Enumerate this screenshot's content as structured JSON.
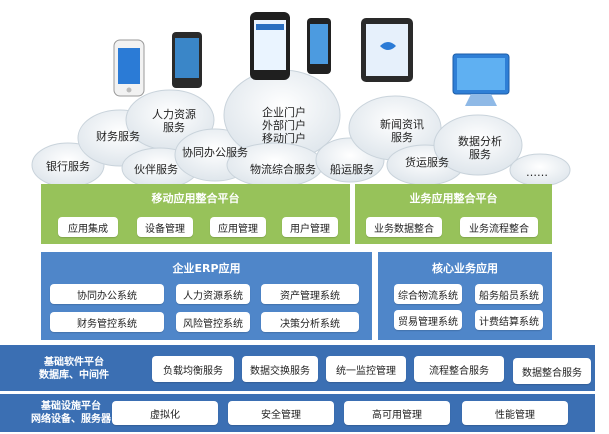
{
  "cloud": {
    "labels": {
      "bank": "银行服务",
      "finance": "财务服务",
      "hr": [
        "人力资源",
        "服务"
      ],
      "partner": "伙伴服务",
      "collab": "协同办公服务",
      "portal": [
        "企业门户",
        "外部门户",
        "移动门户"
      ],
      "logistics": "物流综合服务",
      "shipping": "船运服务",
      "news": [
        "新闻资讯",
        "服务"
      ],
      "freight": "货运服务",
      "analytics": [
        "数据分析",
        "服务"
      ],
      "more": "……"
    }
  },
  "mobile_platform": {
    "title": "移动应用整合平台",
    "items": [
      "应用集成",
      "设备管理",
      "应用管理",
      "用户管理"
    ]
  },
  "business_platform": {
    "title": "业务应用整合平台",
    "items": [
      "业务数据整合",
      "业务流程整合"
    ]
  },
  "erp": {
    "title": "企业ERP应用",
    "items": [
      "协同办公系统",
      "人力资源系统",
      "资产管理系统",
      "财务管控系统",
      "风险管控系统",
      "决策分析系统"
    ]
  },
  "core": {
    "title": "核心业务应用",
    "items": [
      "综合物流系统",
      "船务船员系统",
      "贸易管理系统",
      "计费结算系统"
    ]
  },
  "software_platform": {
    "label": [
      "基础软件平台",
      "数据库、中间件"
    ],
    "items": [
      "负载均衡服务",
      "数据交换服务",
      "统一监控管理",
      "流程整合服务",
      "数据整合服务"
    ]
  },
  "infra_platform": {
    "label": [
      "基础设施平台",
      "网络设备、服务器"
    ],
    "items": [
      "虚拟化",
      "安全管理",
      "高可用管理",
      "性能管理"
    ]
  },
  "colors": {
    "green": "#97c25a",
    "blue": "#4f86c9",
    "blue_dark": "#3b6fb3",
    "cloud": "#e9eef2"
  }
}
